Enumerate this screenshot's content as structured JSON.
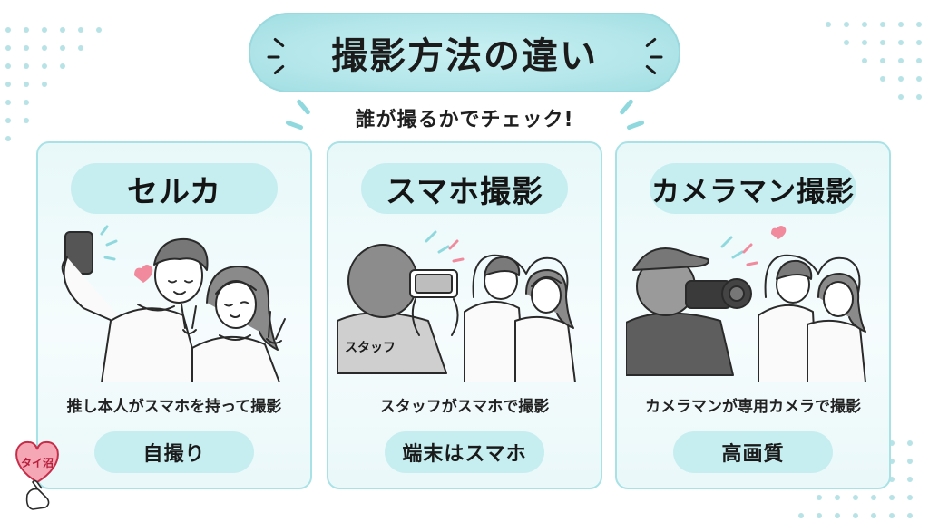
{
  "title": "撮影方法の違い",
  "subtitle": "誰が撮るかでチェック!",
  "panels": [
    {
      "heading": "セルカ",
      "caption": "推し本人がスマホを持って撮影",
      "tag": "自撮り"
    },
    {
      "heading": "スマホ撮影",
      "caption": "スタッフがスマホで撮影",
      "tag": "端末はスマホ",
      "figure_label": "スタッフ"
    },
    {
      "heading": "カメラマン撮影",
      "caption": "カメラマンが専用カメラで撮影",
      "tag": "高画質"
    }
  ],
  "logo": {
    "text": "タイ沼",
    "icons": [
      "heart-icon",
      "finger-heart-hand-icon"
    ]
  },
  "colors": {
    "accent": "#b3e6ea",
    "panel_border": "#a9e2e6",
    "pill": "#c6eef0",
    "heart": "#f08a9c"
  }
}
